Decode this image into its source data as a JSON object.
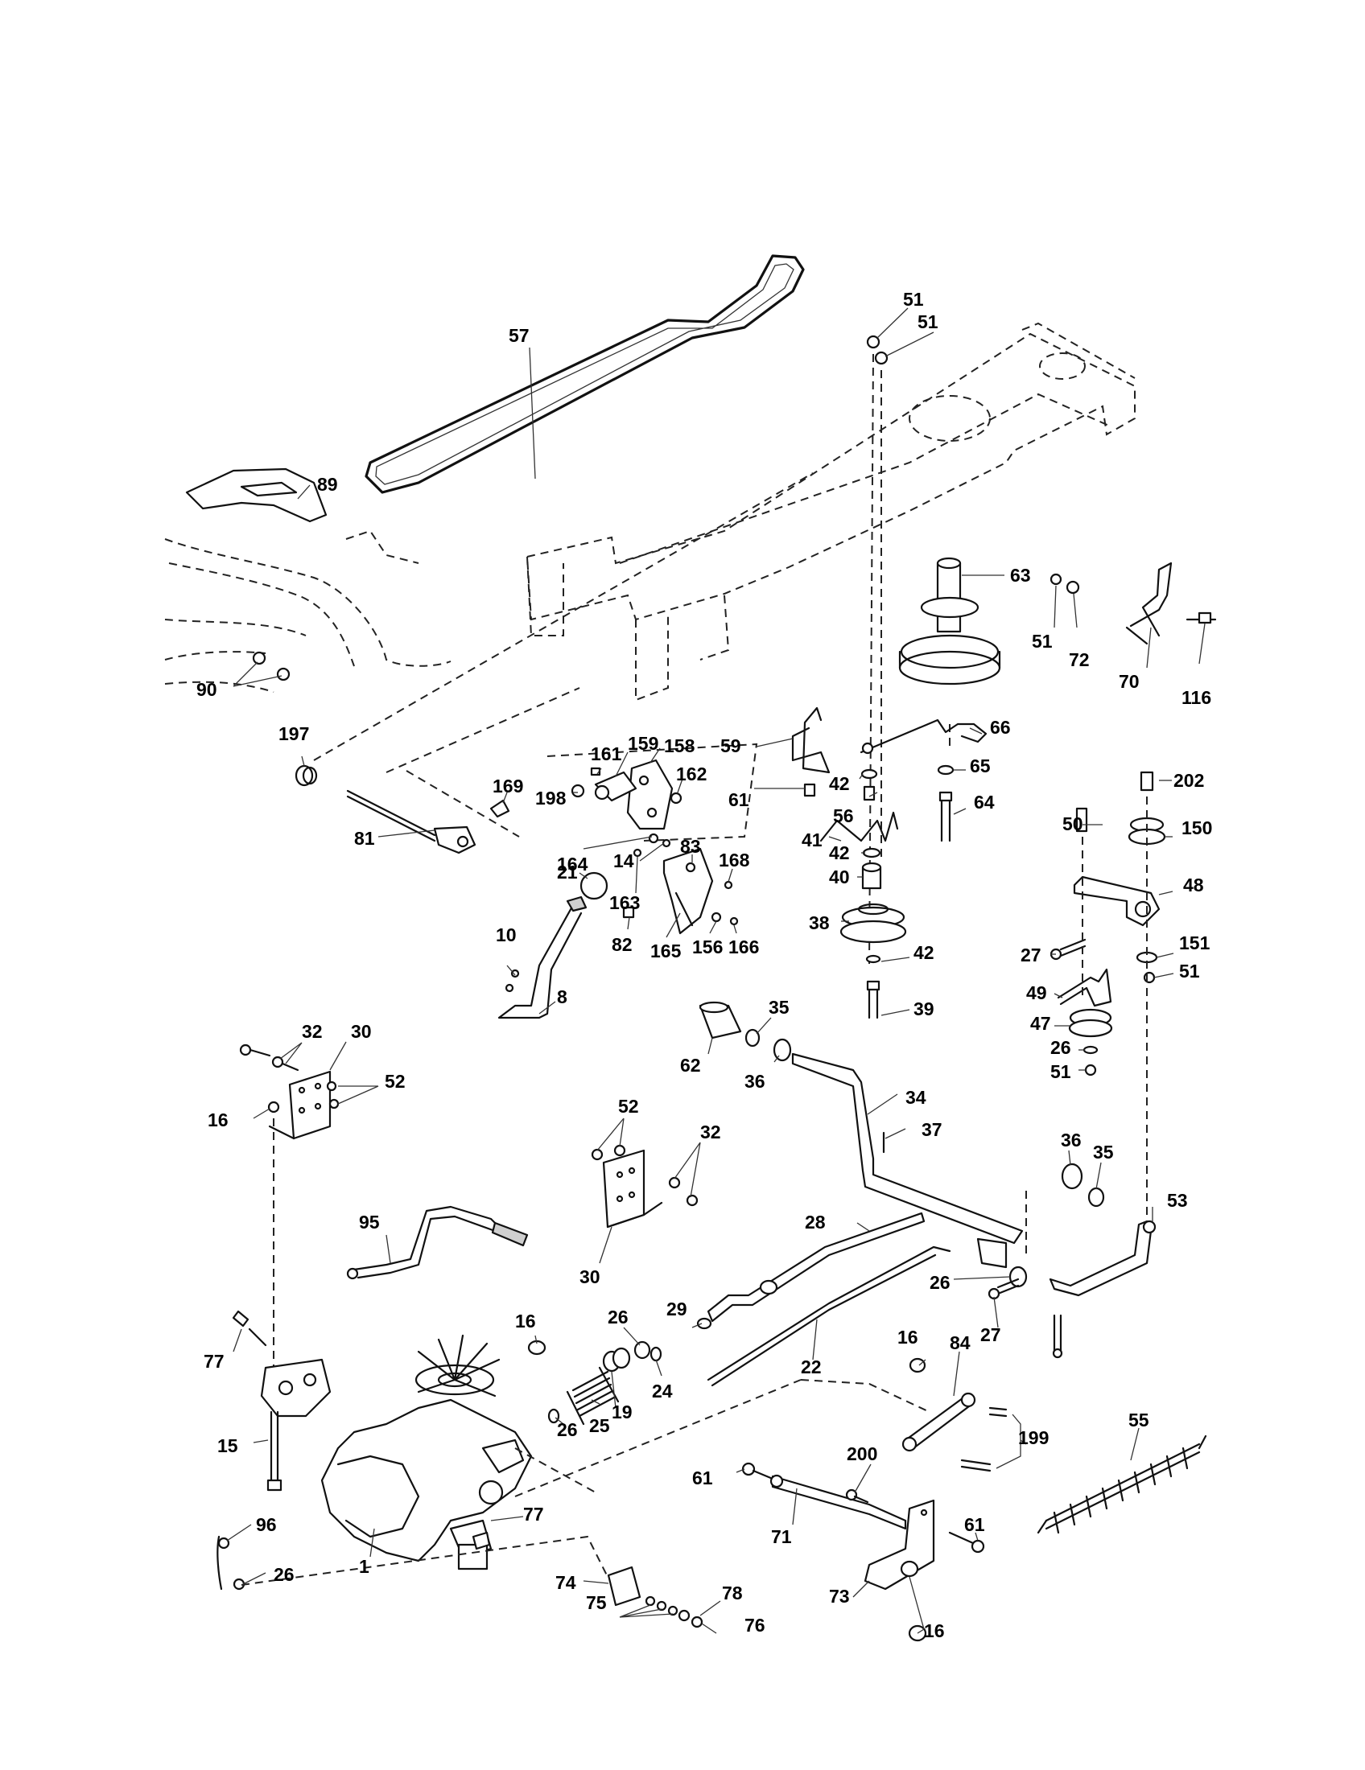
{
  "diagram": {
    "callouts": [
      {
        "text": "57",
        "ref": "drive-belt"
      },
      {
        "text": "51",
        "ref": "nut-top-a"
      },
      {
        "text": "51",
        "ref": "nut-top-b"
      },
      {
        "text": "89",
        "ref": "fender-cover"
      },
      {
        "text": "90",
        "ref": "fender-nuts"
      },
      {
        "text": "63",
        "ref": "double-pulley"
      },
      {
        "text": "51",
        "ref": "nut-right"
      },
      {
        "text": "72",
        "ref": "washer-right"
      },
      {
        "text": "70",
        "ref": "rod-bracket"
      },
      {
        "text": "116",
        "ref": "bolt-right"
      },
      {
        "text": "197",
        "ref": "bushing"
      },
      {
        "text": "81",
        "ref": "shaft"
      },
      {
        "text": "169",
        "ref": "clip"
      },
      {
        "text": "161",
        "ref": "small-bolt"
      },
      {
        "text": "159",
        "ref": "link"
      },
      {
        "text": "158",
        "ref": "plate"
      },
      {
        "text": "162",
        "ref": "washer"
      },
      {
        "text": "198",
        "ref": "spacer"
      },
      {
        "text": "164",
        "ref": "bolt"
      },
      {
        "text": "14",
        "ref": "washer-small"
      },
      {
        "text": "83",
        "ref": "bracket"
      },
      {
        "text": "163",
        "ref": "bolt-b"
      },
      {
        "text": "168",
        "ref": "screw"
      },
      {
        "text": "21",
        "ref": "knob"
      },
      {
        "text": "82",
        "ref": "nut-b"
      },
      {
        "text": "165",
        "ref": "bracket-plate"
      },
      {
        "text": "156",
        "ref": "washer-b"
      },
      {
        "text": "166",
        "ref": "screw-b"
      },
      {
        "text": "10",
        "ref": "screws"
      },
      {
        "text": "8",
        "ref": "shift-lever"
      },
      {
        "text": "59",
        "ref": "belt-guide"
      },
      {
        "text": "61",
        "ref": "bolt-guide"
      },
      {
        "text": "66",
        "ref": "belt-keeper"
      },
      {
        "text": "65",
        "ref": "washer-65"
      },
      {
        "text": "42",
        "ref": "washer-42a"
      },
      {
        "text": "56",
        "ref": "bolt-56"
      },
      {
        "text": "64",
        "ref": "bolt-64"
      },
      {
        "text": "41",
        "ref": "keeper-41"
      },
      {
        "text": "42",
        "ref": "washer-42b"
      },
      {
        "text": "40",
        "ref": "spacer-40"
      },
      {
        "text": "38",
        "ref": "idler-pulley"
      },
      {
        "text": "42",
        "ref": "washer-42c"
      },
      {
        "text": "39",
        "ref": "bolt-39"
      },
      {
        "text": "202",
        "ref": "bolt-202"
      },
      {
        "text": "50",
        "ref": "bolt-50"
      },
      {
        "text": "150",
        "ref": "pulley-150"
      },
      {
        "text": "48",
        "ref": "idler-arm"
      },
      {
        "text": "27",
        "ref": "bolt-27"
      },
      {
        "text": "151",
        "ref": "washer-151"
      },
      {
        "text": "51",
        "ref": "nut-51"
      },
      {
        "text": "49",
        "ref": "guard-49"
      },
      {
        "text": "47",
        "ref": "idler-47"
      },
      {
        "text": "26",
        "ref": "washer-26"
      },
      {
        "text": "51",
        "ref": "nut-51b"
      },
      {
        "text": "32",
        "ref": "bolts-32"
      },
      {
        "text": "30",
        "ref": "bracket-30"
      },
      {
        "text": "52",
        "ref": "nuts-52"
      },
      {
        "text": "16",
        "ref": "nut-16"
      },
      {
        "text": "62",
        "ref": "spacer-62"
      },
      {
        "text": "35",
        "ref": "nut-35"
      },
      {
        "text": "36",
        "ref": "washer-36"
      },
      {
        "text": "34",
        "ref": "clutch-rod"
      },
      {
        "text": "37",
        "ref": "pin-37"
      },
      {
        "text": "52",
        "ref": "nuts-52b"
      },
      {
        "text": "32",
        "ref": "bolts-32b"
      },
      {
        "text": "30",
        "ref": "bracket-30b"
      },
      {
        "text": "36",
        "ref": "washer-36b"
      },
      {
        "text": "35",
        "ref": "nut-35b"
      },
      {
        "text": "95",
        "ref": "shift-rod"
      },
      {
        "text": "28",
        "ref": "brake-rod"
      },
      {
        "text": "53",
        "ref": "rod-53"
      },
      {
        "text": "26",
        "ref": "washer-26b"
      },
      {
        "text": "27",
        "ref": "bolt-27b"
      },
      {
        "text": "29",
        "ref": "cap-29"
      },
      {
        "text": "22",
        "ref": "rod-22"
      },
      {
        "text": "16",
        "ref": "nut-16b"
      },
      {
        "text": "84",
        "ref": "link-84"
      },
      {
        "text": "199",
        "ref": "bolt-199"
      },
      {
        "text": "77",
        "ref": "key-77"
      },
      {
        "text": "16",
        "ref": "nut-16c"
      },
      {
        "text": "26",
        "ref": "washer-26c"
      },
      {
        "text": "24",
        "ref": "washer-24"
      },
      {
        "text": "19",
        "ref": "spacer-19"
      },
      {
        "text": "25",
        "ref": "spring-25"
      },
      {
        "text": "26",
        "ref": "washer-26d"
      },
      {
        "text": "15",
        "ref": "bolt-15"
      },
      {
        "text": "55",
        "ref": "spring-55"
      },
      {
        "text": "200",
        "ref": "bolt-200"
      },
      {
        "text": "61",
        "ref": "bolt-61b"
      },
      {
        "text": "71",
        "ref": "bracket-71"
      },
      {
        "text": "61",
        "ref": "bolt-61c"
      },
      {
        "text": "77",
        "ref": "key-77b"
      },
      {
        "text": "96",
        "ref": "pin-96"
      },
      {
        "text": "1",
        "ref": "transaxle"
      },
      {
        "text": "26",
        "ref": "washer-26e"
      },
      {
        "text": "74",
        "ref": "hub-74"
      },
      {
        "text": "78",
        "ref": "washer-78"
      },
      {
        "text": "75",
        "ref": "washers-75"
      },
      {
        "text": "76",
        "ref": "ring-76"
      },
      {
        "text": "73",
        "ref": "plate-73"
      },
      {
        "text": "16",
        "ref": "nut-16d"
      }
    ]
  }
}
